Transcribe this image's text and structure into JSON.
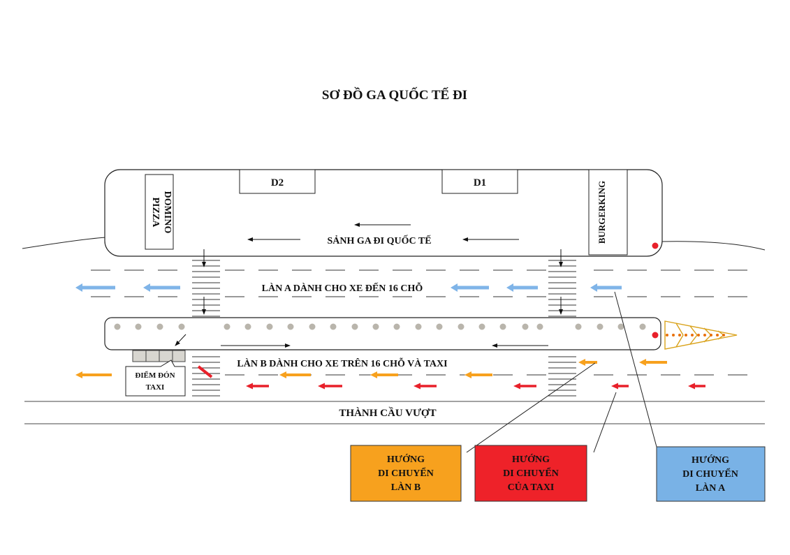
{
  "title": "SƠ ĐỒ GA QUỐC TẾ ĐI",
  "terminal": {
    "gate_d2": "D2",
    "gate_d1": "D1",
    "domino": [
      "DOMINO",
      "PIZZA"
    ],
    "burgerking": "BURGERKING",
    "hall_label": "SẢNH GA ĐI QUỐC TẾ"
  },
  "lane_a": {
    "label": "LÀN A DÀNH CHO XE ĐẾN 16 CHỖ"
  },
  "lane_b": {
    "label": "LÀN B DÀNH CHO XE TRÊN 16 CHỖ VÀ TAXI"
  },
  "taxi_stop": {
    "line1": "ĐIỂM ĐÓN",
    "line2": "TAXI"
  },
  "bridge_wall": "THÀNH CẦU VƯỢT",
  "legend": [
    {
      "lines": [
        "HƯỚNG",
        "DI CHUYỂN",
        "LÀN B"
      ],
      "color": "#f7a11e"
    },
    {
      "lines": [
        "HƯỚNG",
        "DI CHUYỂN",
        "CỦA TAXI"
      ],
      "color": "#ee2229"
    },
    {
      "lines": [
        "HƯỚNG",
        "DI CHUYỂN",
        "LÀN A"
      ],
      "color": "#79b2e6"
    }
  ],
  "colors": {
    "lane_a_arrow": "#7fb4e8",
    "lane_b_arrow": "#f7a11e",
    "taxi_arrow": "#e8202a",
    "bollard": "#b9b5ac",
    "cone": "#d9a21a"
  }
}
